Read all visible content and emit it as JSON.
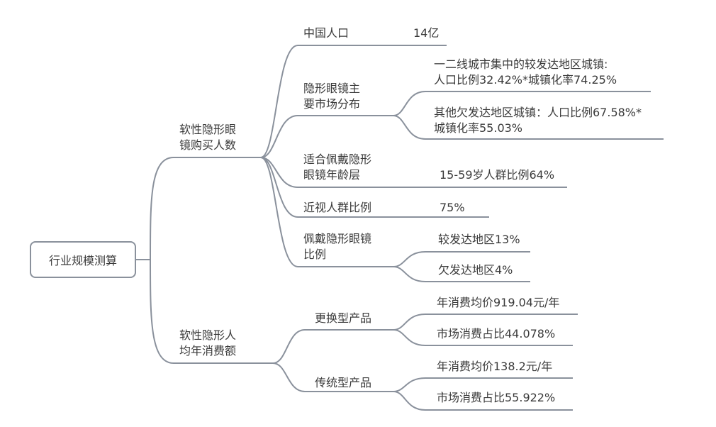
{
  "root": "行业规模测算",
  "branch_buyers": {
    "label_line1": "软性隐形眼",
    "label_line2": "镜购买人数",
    "china_population": {
      "label": "中国人口",
      "value": "14亿"
    },
    "market_distribution": {
      "label_line1": "隐形眼镜主",
      "label_line2": "要市场分布",
      "developed": {
        "line1": "一二线城市集中的较发达地区城镇:",
        "line2": "人口比例32.42%*城镇化率74.25%"
      },
      "less_developed": {
        "line1": "其他欠发达地区城镇：人口比例67.58%*",
        "line2": "城镇化率55.03%"
      }
    },
    "age_group": {
      "label_line1": "适合佩戴隐形",
      "label_line2": "眼镜年龄层",
      "value": "15-59岁人群比例64%"
    },
    "myopia": {
      "label": "近视人群比例",
      "value": "75%"
    },
    "wear_ratio": {
      "label_line1": "佩戴隐形眼镜",
      "label_line2": "比例",
      "developed": "较发达地区13%",
      "less_developed": "欠发达地区4%"
    }
  },
  "branch_spending": {
    "label_line1": "软性隐形人",
    "label_line2": "均年消费额",
    "replacement": {
      "label": "更换型产品",
      "avg_price": "年消费均价919.04元/年",
      "share": "市场消费占比44.078%"
    },
    "traditional": {
      "label": "传统型产品",
      "avg_price": "年消费均价138.2元/年",
      "share": "市场消费占比55.922%"
    }
  }
}
